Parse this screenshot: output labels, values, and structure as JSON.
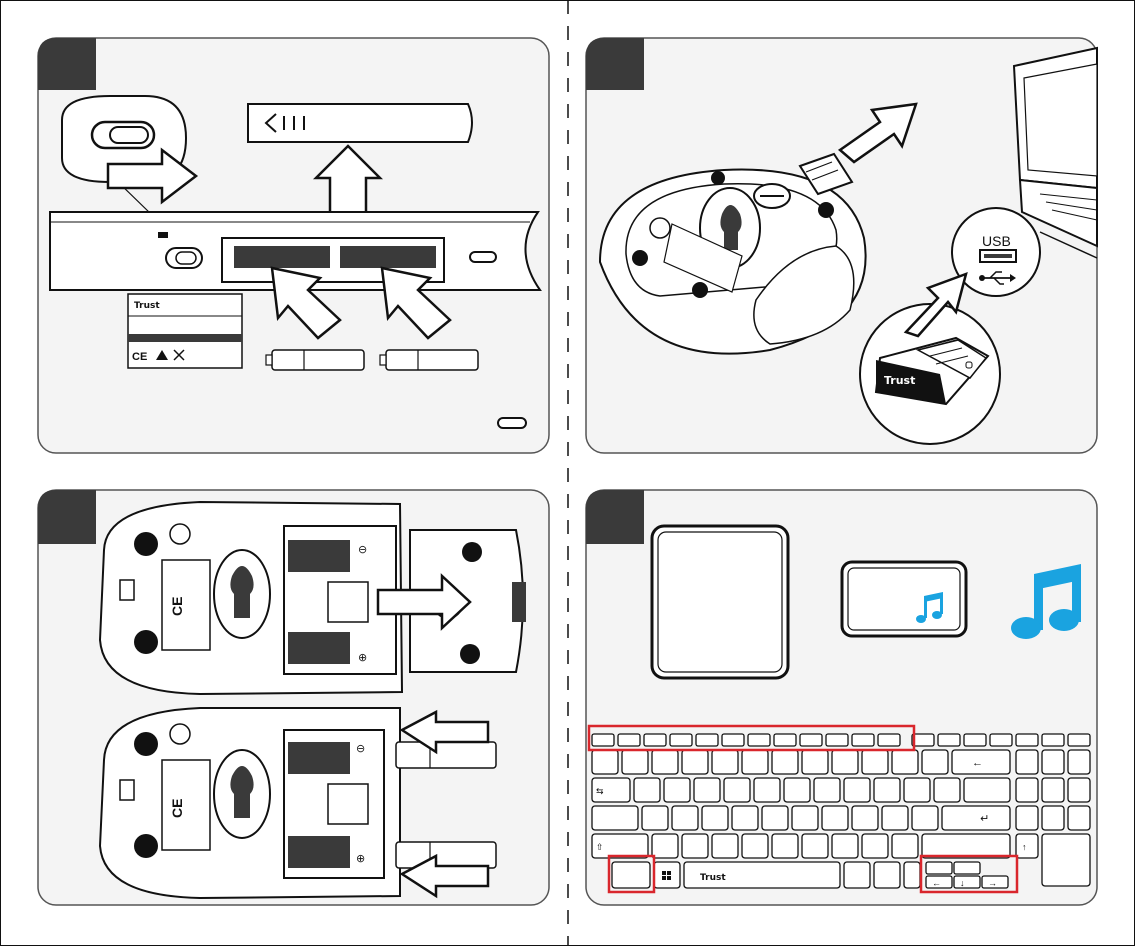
{
  "colors": {
    "ink": "#111111",
    "panel_fill": "#f4f4f4",
    "header_tab": "#3a3a3a",
    "highlight_red": "#d9262c",
    "music_blue": "#1aa3e0"
  },
  "brand": {
    "keyboard_label": "Trust",
    "receiver_label": "Trust",
    "sticker_label": "Trust"
  },
  "labels": {
    "usb": "USB",
    "usb_symbol_icon": "usb-trident-icon",
    "music_icon": "music-note-icon",
    "ce_mark": "CE"
  },
  "panels": [
    {
      "id": "battery-keyboard",
      "step_tab": ""
    },
    {
      "id": "usb-receiver",
      "step_tab": ""
    },
    {
      "id": "battery-mouse",
      "step_tab": ""
    },
    {
      "id": "keyboard-functions",
      "step_tab": ""
    }
  ],
  "keyboard": {
    "arrow_keys": [
      "↑",
      "←",
      "↓",
      "→"
    ],
    "enter_glyph": "↵",
    "backspace_glyph": "←",
    "shift_glyph": "⇧",
    "tab_glyph": "⇆"
  },
  "battery_polarity": {
    "plus": "⊕",
    "minus": "⊖"
  }
}
